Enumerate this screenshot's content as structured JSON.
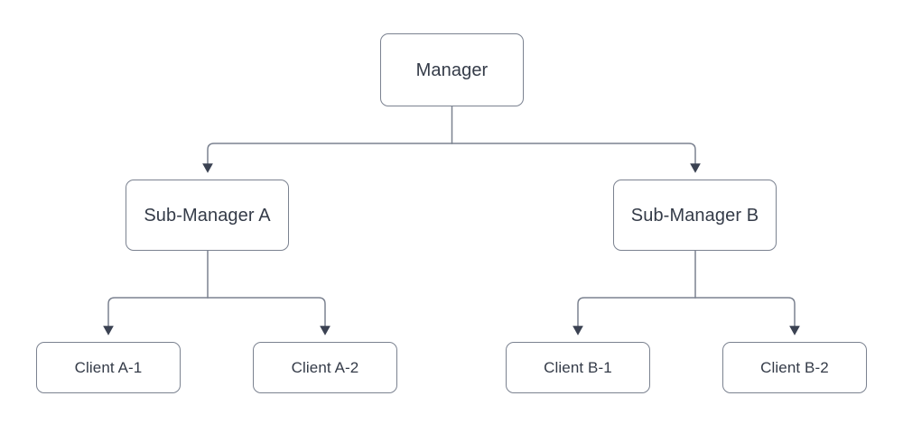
{
  "diagram": {
    "type": "hierarchy-tree",
    "title": "",
    "background_color": "#ffffff",
    "node_border_color": "#7b8290",
    "node_fill_color": "#ffffff",
    "text_color": "#343b48",
    "edge_color": "#7b8290",
    "arrowhead_color": "#3b4252",
    "levels": 3,
    "nodes": {
      "root": {
        "label": "Manager",
        "level": 0
      },
      "mid_a": {
        "label": "Sub-Manager A",
        "level": 1
      },
      "mid_b": {
        "label": "Sub-Manager B",
        "level": 1
      },
      "leaf_a1": {
        "label": "Client A-1",
        "level": 2
      },
      "leaf_a2": {
        "label": "Client A-2",
        "level": 2
      },
      "leaf_b1": {
        "label": "Client B-1",
        "level": 2
      },
      "leaf_b2": {
        "label": "Client B-2",
        "level": 2
      }
    },
    "edges": [
      {
        "from": "Manager",
        "to": "Sub-Manager A",
        "style": "orthogonal",
        "arrow": "end"
      },
      {
        "from": "Manager",
        "to": "Sub-Manager B",
        "style": "orthogonal",
        "arrow": "end"
      },
      {
        "from": "Sub-Manager A",
        "to": "Client A-1",
        "style": "orthogonal",
        "arrow": "end"
      },
      {
        "from": "Sub-Manager A",
        "to": "Client A-2",
        "style": "orthogonal",
        "arrow": "end"
      },
      {
        "from": "Sub-Manager B",
        "to": "Client B-1",
        "style": "orthogonal",
        "arrow": "end"
      },
      {
        "from": "Sub-Manager B",
        "to": "Client B-2",
        "style": "orthogonal",
        "arrow": "end"
      }
    ]
  }
}
